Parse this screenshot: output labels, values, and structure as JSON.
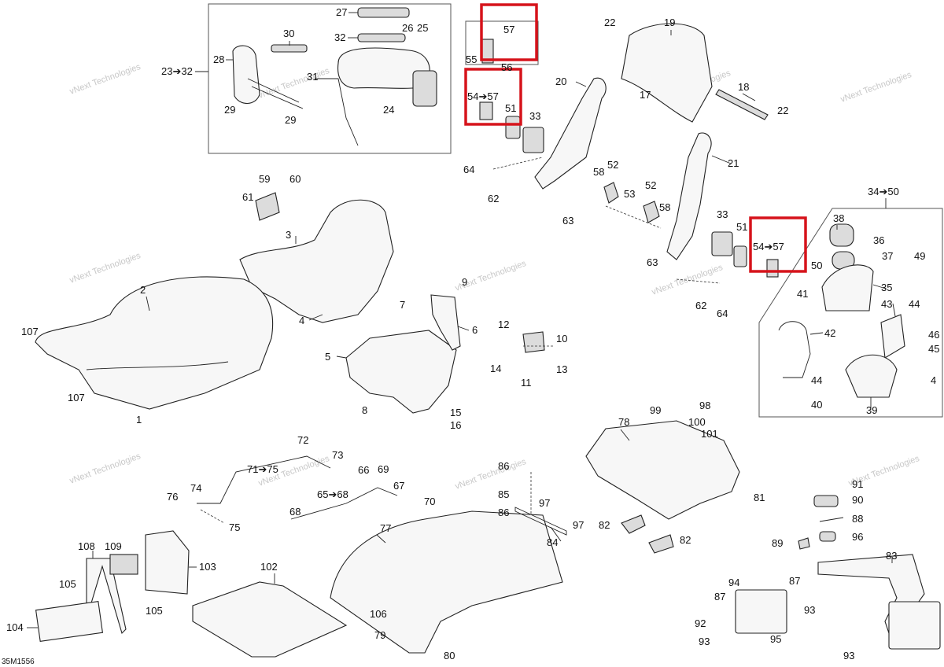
{
  "diagram": {
    "code": "35M1556",
    "watermark": "vNext Technologies",
    "highlight_color": "#d6131b",
    "labels": [
      "27",
      "30",
      "32",
      "26",
      "25",
      "28",
      "23➔32",
      "31",
      "29",
      "29",
      "24",
      "57",
      "55",
      "56",
      "54➔57",
      "51",
      "33",
      "22",
      "19",
      "20",
      "18",
      "17",
      "22",
      "64",
      "62",
      "58",
      "52",
      "53",
      "52",
      "58",
      "63",
      "21",
      "63",
      "33",
      "51",
      "54➔57",
      "62",
      "64",
      "34➔50",
      "38",
      "36",
      "37",
      "49",
      "50",
      "35",
      "41",
      "43",
      "44",
      "42",
      "46",
      "45",
      "44",
      "4",
      "40",
      "39",
      "59",
      "60",
      "61",
      "3",
      "2",
      "4",
      "107",
      "107",
      "1",
      "9",
      "7",
      "6",
      "12",
      "10",
      "5",
      "14",
      "11",
      "13",
      "8",
      "15",
      "16",
      "72",
      "73",
      "71➔75",
      "74",
      "76",
      "75",
      "66",
      "69",
      "67",
      "65➔68",
      "68",
      "70",
      "86",
      "85",
      "97",
      "86",
      "97",
      "84",
      "77",
      "98",
      "99",
      "100",
      "101",
      "78",
      "91",
      "90",
      "88",
      "81",
      "82",
      "82",
      "96",
      "89",
      "83",
      "108",
      "109",
      "103",
      "105",
      "105",
      "104",
      "102",
      "106",
      "79",
      "80",
      "94",
      "87",
      "87",
      "93",
      "92",
      "95",
      "93",
      "93"
    ]
  }
}
